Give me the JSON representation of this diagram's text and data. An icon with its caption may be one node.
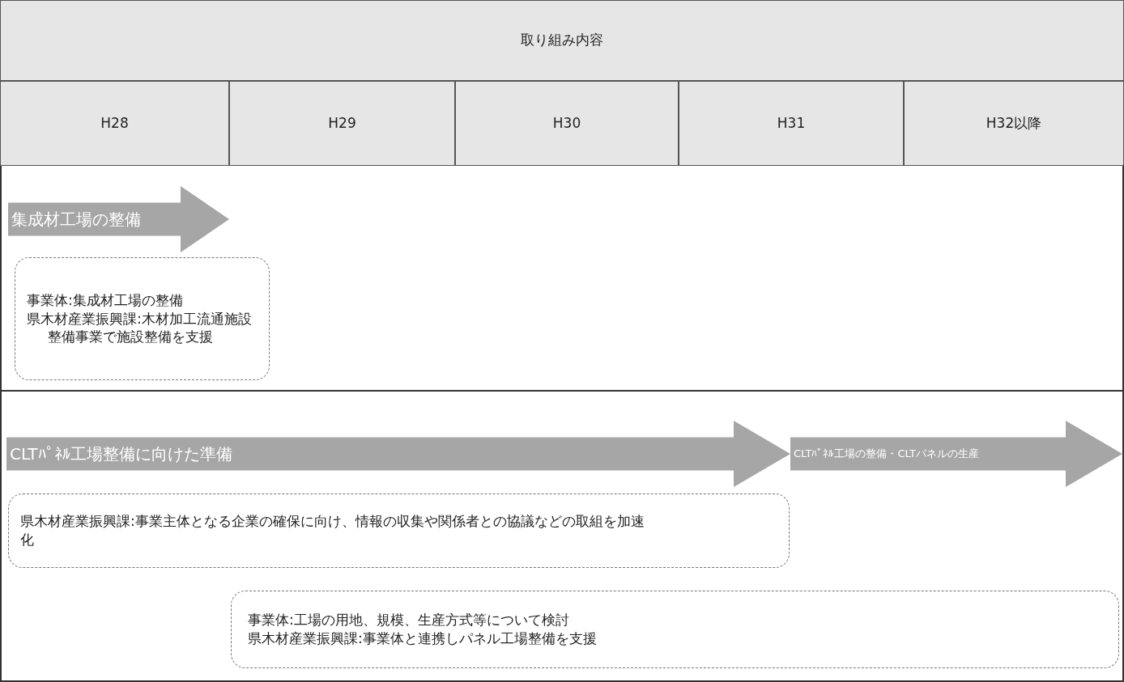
{
  "diagram": {
    "nodes": [
      {
        "text": [
          "取り組み内容"
        ]
      },
      {
        "text": [
          "H28"
        ]
      },
      {
        "text": [
          "H29"
        ]
      },
      {
        "text": [
          "H30"
        ]
      },
      {
        "text": [
          "H31"
        ]
      },
      {
        "text": [
          "H32以降"
        ]
      },
      {
        "text": [
          "集成材工場の整備"
        ]
      },
      {
        "text": [
          "事業体:集成材工場の整備",
          "県木材産業振興課:木材加工流通施設整備事業で施設整備を支援"
        ]
      },
      {
        "text": [
          "CLTﾊﾟﾈﾙ工場整備に向けた準備"
        ]
      },
      {
        "text": [
          "CLTﾊﾟﾈﾙ工場の整備・CLTパネルの生産"
        ]
      },
      {
        "text": [
          "県木材産業振興課:事業主体となる企業の確保に向け、情報の収集や関係者との協議などの取組を加速化"
        ]
      },
      {
        "text": [
          "事業体:工場の用地、規模、生産方式等について検討",
          "県木材産業振興課:事業体と連携しパネル工場整備を支援"
        ]
      }
    ]
  }
}
